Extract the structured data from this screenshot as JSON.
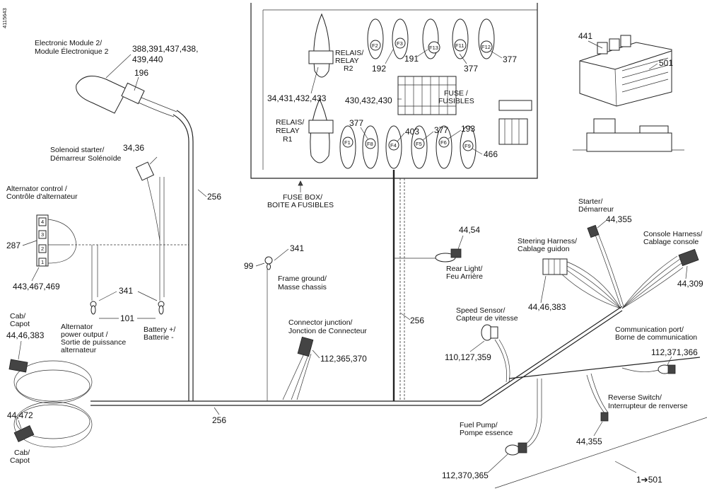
{
  "side_code": "4115643",
  "electronic_module": {
    "line1": "Electronic Module 2/",
    "line2": "Module Électronique 2",
    "refs1": "388,391,437,438,",
    "refs2": "439,440",
    "ref": "196"
  },
  "solenoid": {
    "line1": "Solenoid starter/",
    "line2": "Démarreur Solénoïde",
    "refs": "34,36"
  },
  "alternator_control": {
    "line1": "Alternator control /",
    "line2": "Contrôle d'alternateur",
    "ref_left": "287",
    "ref_bottom": "443,467,469",
    "pins": [
      "4",
      "3",
      "2",
      "1"
    ]
  },
  "alternator_output": {
    "line1": "Alternator",
    "line2": "power output /",
    "line3": "Sortie de puissance",
    "line4": "alternateur"
  },
  "battery": {
    "line1": "Battery +/",
    "line2": "Batterie -"
  },
  "refs_misc": {
    "r341a": "341",
    "r101": "101",
    "r256a": "256",
    "r256b": "256",
    "r256c": "256",
    "r99": "99",
    "r341b": "341"
  },
  "cab_top": {
    "line1": "Cab/",
    "line2": "Capot",
    "refs": "44,46,383"
  },
  "cab_bottom": {
    "line1": "Cab/",
    "line2": "Capot",
    "refs": "44,472"
  },
  "frame_ground": {
    "line1": "Frame ground/",
    "line2": "Masse chassis"
  },
  "connector_junction": {
    "line1": "Connector junction/",
    "line2": "Jonction de Connecteur",
    "refs": "112,365,370"
  },
  "fuse_box": {
    "line1": "FUSE BOX/",
    "line2": "BOITE A FUSIBLES",
    "relay_r2": {
      "line1": "RELAIS/",
      "line2": "RELAY",
      "line3": "R2"
    },
    "relay_r1": {
      "line1": "RELAIS/",
      "line2": "RELAY",
      "line3": "R1"
    },
    "fuse_label": {
      "line1": "FUSE /",
      "line2": "FUSIBLES"
    },
    "refs": {
      "a": "34,431,432,433",
      "b": "430,432,430",
      "c": "192",
      "d": "191",
      "e": "377",
      "f": "377",
      "g": "377",
      "h": "403",
      "i": "377",
      "j": "193",
      "k": "466"
    },
    "top_fuses": [
      "F2",
      "F3",
      "F13",
      "F11",
      "F12"
    ],
    "bottom_fuses": [
      "F1",
      "F8",
      "F4",
      "F5",
      "F6",
      "F9"
    ]
  },
  "fuse_box_inset": {
    "r441": "441",
    "r501": "501"
  },
  "rear_light": {
    "line1": "Rear Light/",
    "line2": "Feu Arrière",
    "refs": "44,54"
  },
  "speed_sensor": {
    "line1": "Speed Sensor/",
    "line2": "Capteur de vitesse",
    "refs": "110,127,359"
  },
  "starter": {
    "line1": "Starter/",
    "line2": "Démarreur",
    "refs": "44,355"
  },
  "steering": {
    "line1": "Steering Harness/",
    "line2": "Cablage guidon",
    "refs": "44,46,383"
  },
  "console": {
    "line1": "Console Harness/",
    "line2": "Cablage console",
    "refs": "44,309"
  },
  "comm_port": {
    "line1": "Communication port/",
    "line2": "Borne de communication",
    "refs": "112,371,366"
  },
  "reverse": {
    "line1": "Reverse Switch/",
    "line2": "Interrupteur de renverse",
    "refs": "44,355"
  },
  "fuel_pump": {
    "line1": "Fuel Pump/",
    "line2": "Pompe essence",
    "refs": "112,370,365"
  },
  "bottom_ref": "1➔501"
}
